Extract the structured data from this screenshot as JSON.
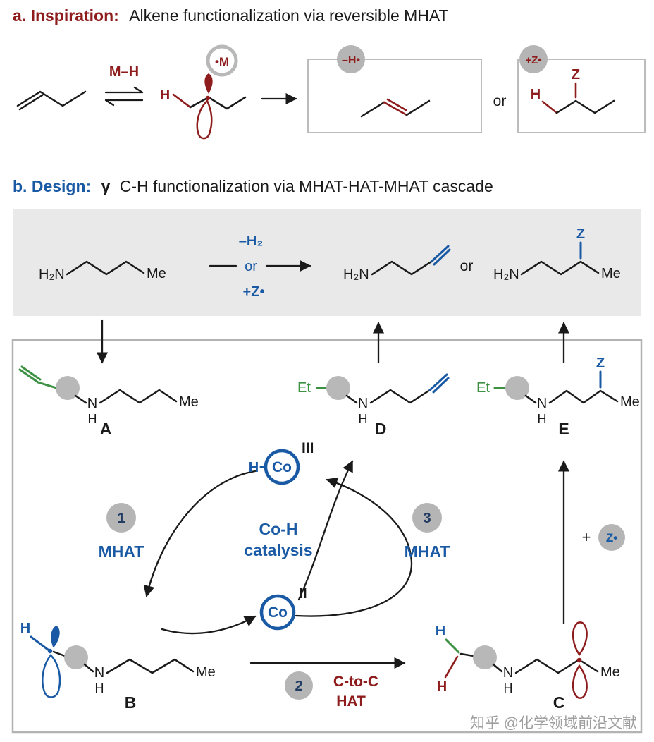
{
  "colors": {
    "dark_red": "#8e1c1c",
    "blue": "#1a5aa5",
    "green": "#3c9143",
    "badge_gray": "#b5b5b5",
    "panel_gray": "#e9e9e9",
    "box_border": "#bcbcbc"
  },
  "panel_a": {
    "heading_label": "a. Inspiration:",
    "heading_text": "Alkene functionalization via reversible MHAT",
    "mh_reagent": "M–H",
    "metal_radical": "•M",
    "h_added": "H",
    "elimination_badge": "–H•",
    "or": "or",
    "z_badge": "+Z•",
    "product_h": "H",
    "product_z": "Z"
  },
  "panel_b": {
    "heading_label": "b. Design:",
    "heading_gamma": "γ",
    "heading_text": "C-H functionalization via MHAT-HAT-MHAT cascade",
    "overview": {
      "substrate_amine": "H₂N",
      "substrate_me": "Me",
      "cond_top": "–H₂",
      "cond_or": "or",
      "cond_bottom": "+Z•",
      "alkene_amine": "H₂N",
      "or": "or",
      "z_amine": "H₂N",
      "z_label": "Z",
      "z_me": "Me"
    },
    "cycle": {
      "a": {
        "label": "A",
        "n": "N",
        "h": "H",
        "me": "Me"
      },
      "d": {
        "label": "D",
        "et": "Et",
        "n": "N",
        "h": "H"
      },
      "e": {
        "label": "E",
        "et": "Et",
        "n": "N",
        "h": "H",
        "z": "Z",
        "me": "Me"
      },
      "b": {
        "label": "B",
        "h": "H",
        "n": "N",
        "nh": "H",
        "me": "Me"
      },
      "c": {
        "label": "C",
        "h_gamma": "H",
        "h_red": "H",
        "n": "N",
        "nh": "H",
        "me": "Me"
      },
      "co3": {
        "h": "H",
        "co": "Co",
        "ox": "III"
      },
      "co2": {
        "co": "Co",
        "ox": "II"
      },
      "center1": "Co-H",
      "center2": "catalysis",
      "step1_num": "1",
      "step1_label": "MHAT",
      "step2_num": "2",
      "step2_label1": "C-to-C",
      "step2_label2": "HAT",
      "step3_num": "3",
      "step3_label": "MHAT",
      "plus": "+",
      "z_radical": "Z•"
    }
  },
  "watermark": "知乎 @化学领域前沿文献"
}
